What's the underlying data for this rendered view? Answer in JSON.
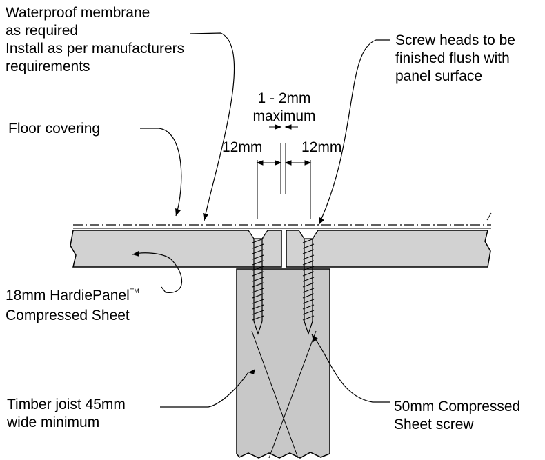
{
  "labels": {
    "membrane": [
      "Waterproof membrane",
      "as required",
      "Install as per manufacturers",
      "requirements"
    ],
    "screw_heads": [
      "Screw heads to be",
      "finished flush with",
      "panel surface"
    ],
    "gap": [
      "1 - 2mm",
      "maximum"
    ],
    "floor_covering": "Floor covering",
    "dim_left": "12mm",
    "dim_right": "12mm",
    "panel": [
      "18mm HardiePanel",
      "Compressed Sheet"
    ],
    "trademark": "TM",
    "joist": [
      "Timber joist 45mm",
      "wide minimum"
    ],
    "screw": [
      "50mm Compressed",
      "Sheet screw"
    ]
  },
  "colors": {
    "panel_fill": "#d2d2d2",
    "joist_fill": "#c8c8c8",
    "line": "#000000"
  }
}
